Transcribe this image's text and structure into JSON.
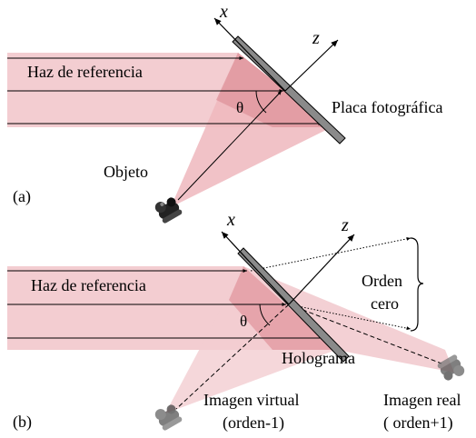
{
  "panel_a": {
    "label": "(a)",
    "beam_label": "Haz de referencia",
    "plate_label": "Placa fotográfica",
    "object_label": "Objeto",
    "angle_label": "θ",
    "axis_x": "x",
    "axis_z": "z"
  },
  "panel_b": {
    "label": "(b)",
    "beam_label": "Haz de referencia",
    "hologram_label": "Holograma",
    "zero_order_line1": "Orden",
    "zero_order_line2": "cero",
    "virtual_image_line1": "Imagen virtual",
    "virtual_image_line2": "(orden-1)",
    "real_image_line1": "Imagen real",
    "real_image_line2": "( orden+1)",
    "angle_label": "θ",
    "axis_x": "x",
    "axis_z": "z"
  },
  "colors": {
    "beam_light": "#f3cdd1",
    "beam_medium": "#eeb7bd",
    "beam_dark": "#df939b",
    "plate_fill": "#8a8a8a",
    "line": "#000000"
  }
}
